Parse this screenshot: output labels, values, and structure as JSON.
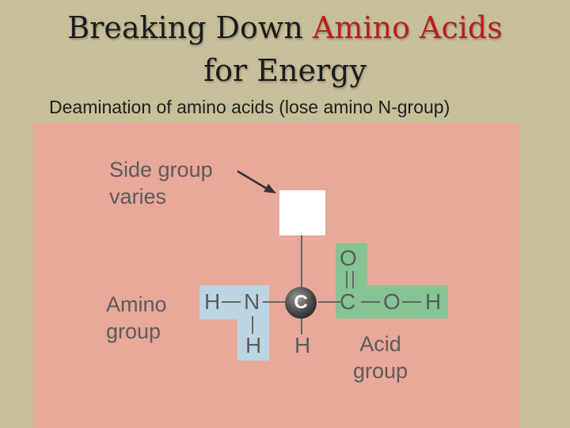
{
  "slide": {
    "title_part1": "Breaking Down ",
    "title_part2": "Amino Acids",
    "title_line2": "for Energy",
    "subtitle": "Deamination of amino acids (lose amino N-group)"
  },
  "diagram": {
    "side_label_line1": "Side group",
    "side_label_line2": "varies",
    "amino_label_line1": "Amino",
    "amino_label_line2": "group",
    "acid_label_line1": "Acid",
    "acid_label_line2": "group",
    "atoms": {
      "h_amino": "H",
      "n": "N",
      "h_below_n": "H",
      "c_center": "C",
      "h_below_c": "H",
      "o_top": "O",
      "c_acid": "C",
      "o_acid": "O",
      "h_acid": "H"
    },
    "colors": {
      "amino_group": "#bcd5e2",
      "acid_group": "#86c494",
      "panel": "#e8a89a",
      "side_group_box": "#ffffff"
    }
  }
}
